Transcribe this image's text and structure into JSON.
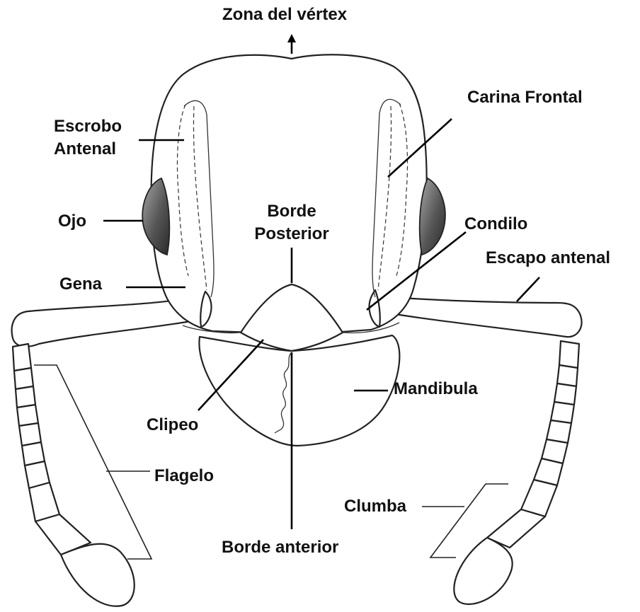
{
  "labels": {
    "vertex": "Zona del vértex",
    "carina_frontal": "Carina Frontal",
    "escrobo_line1": "Escrobo",
    "escrobo_line2": "Antenal",
    "ojo": "Ojo",
    "borde_posterior_line1": "Borde",
    "borde_posterior_line2": "Posterior",
    "condilo": "Condilo",
    "escapo": "Escapo antenal",
    "gena": "Gena",
    "mandibula": "Mandibula",
    "clipeo": "Clipeo",
    "flagelo": "Flagelo",
    "clumba": "Clumba",
    "borde_anterior": "Borde anterior"
  },
  "colors": {
    "outline": "#222222",
    "eye_dark": "#3a3a3a",
    "eye_light": "#9a9a9a",
    "text": "#111111"
  }
}
